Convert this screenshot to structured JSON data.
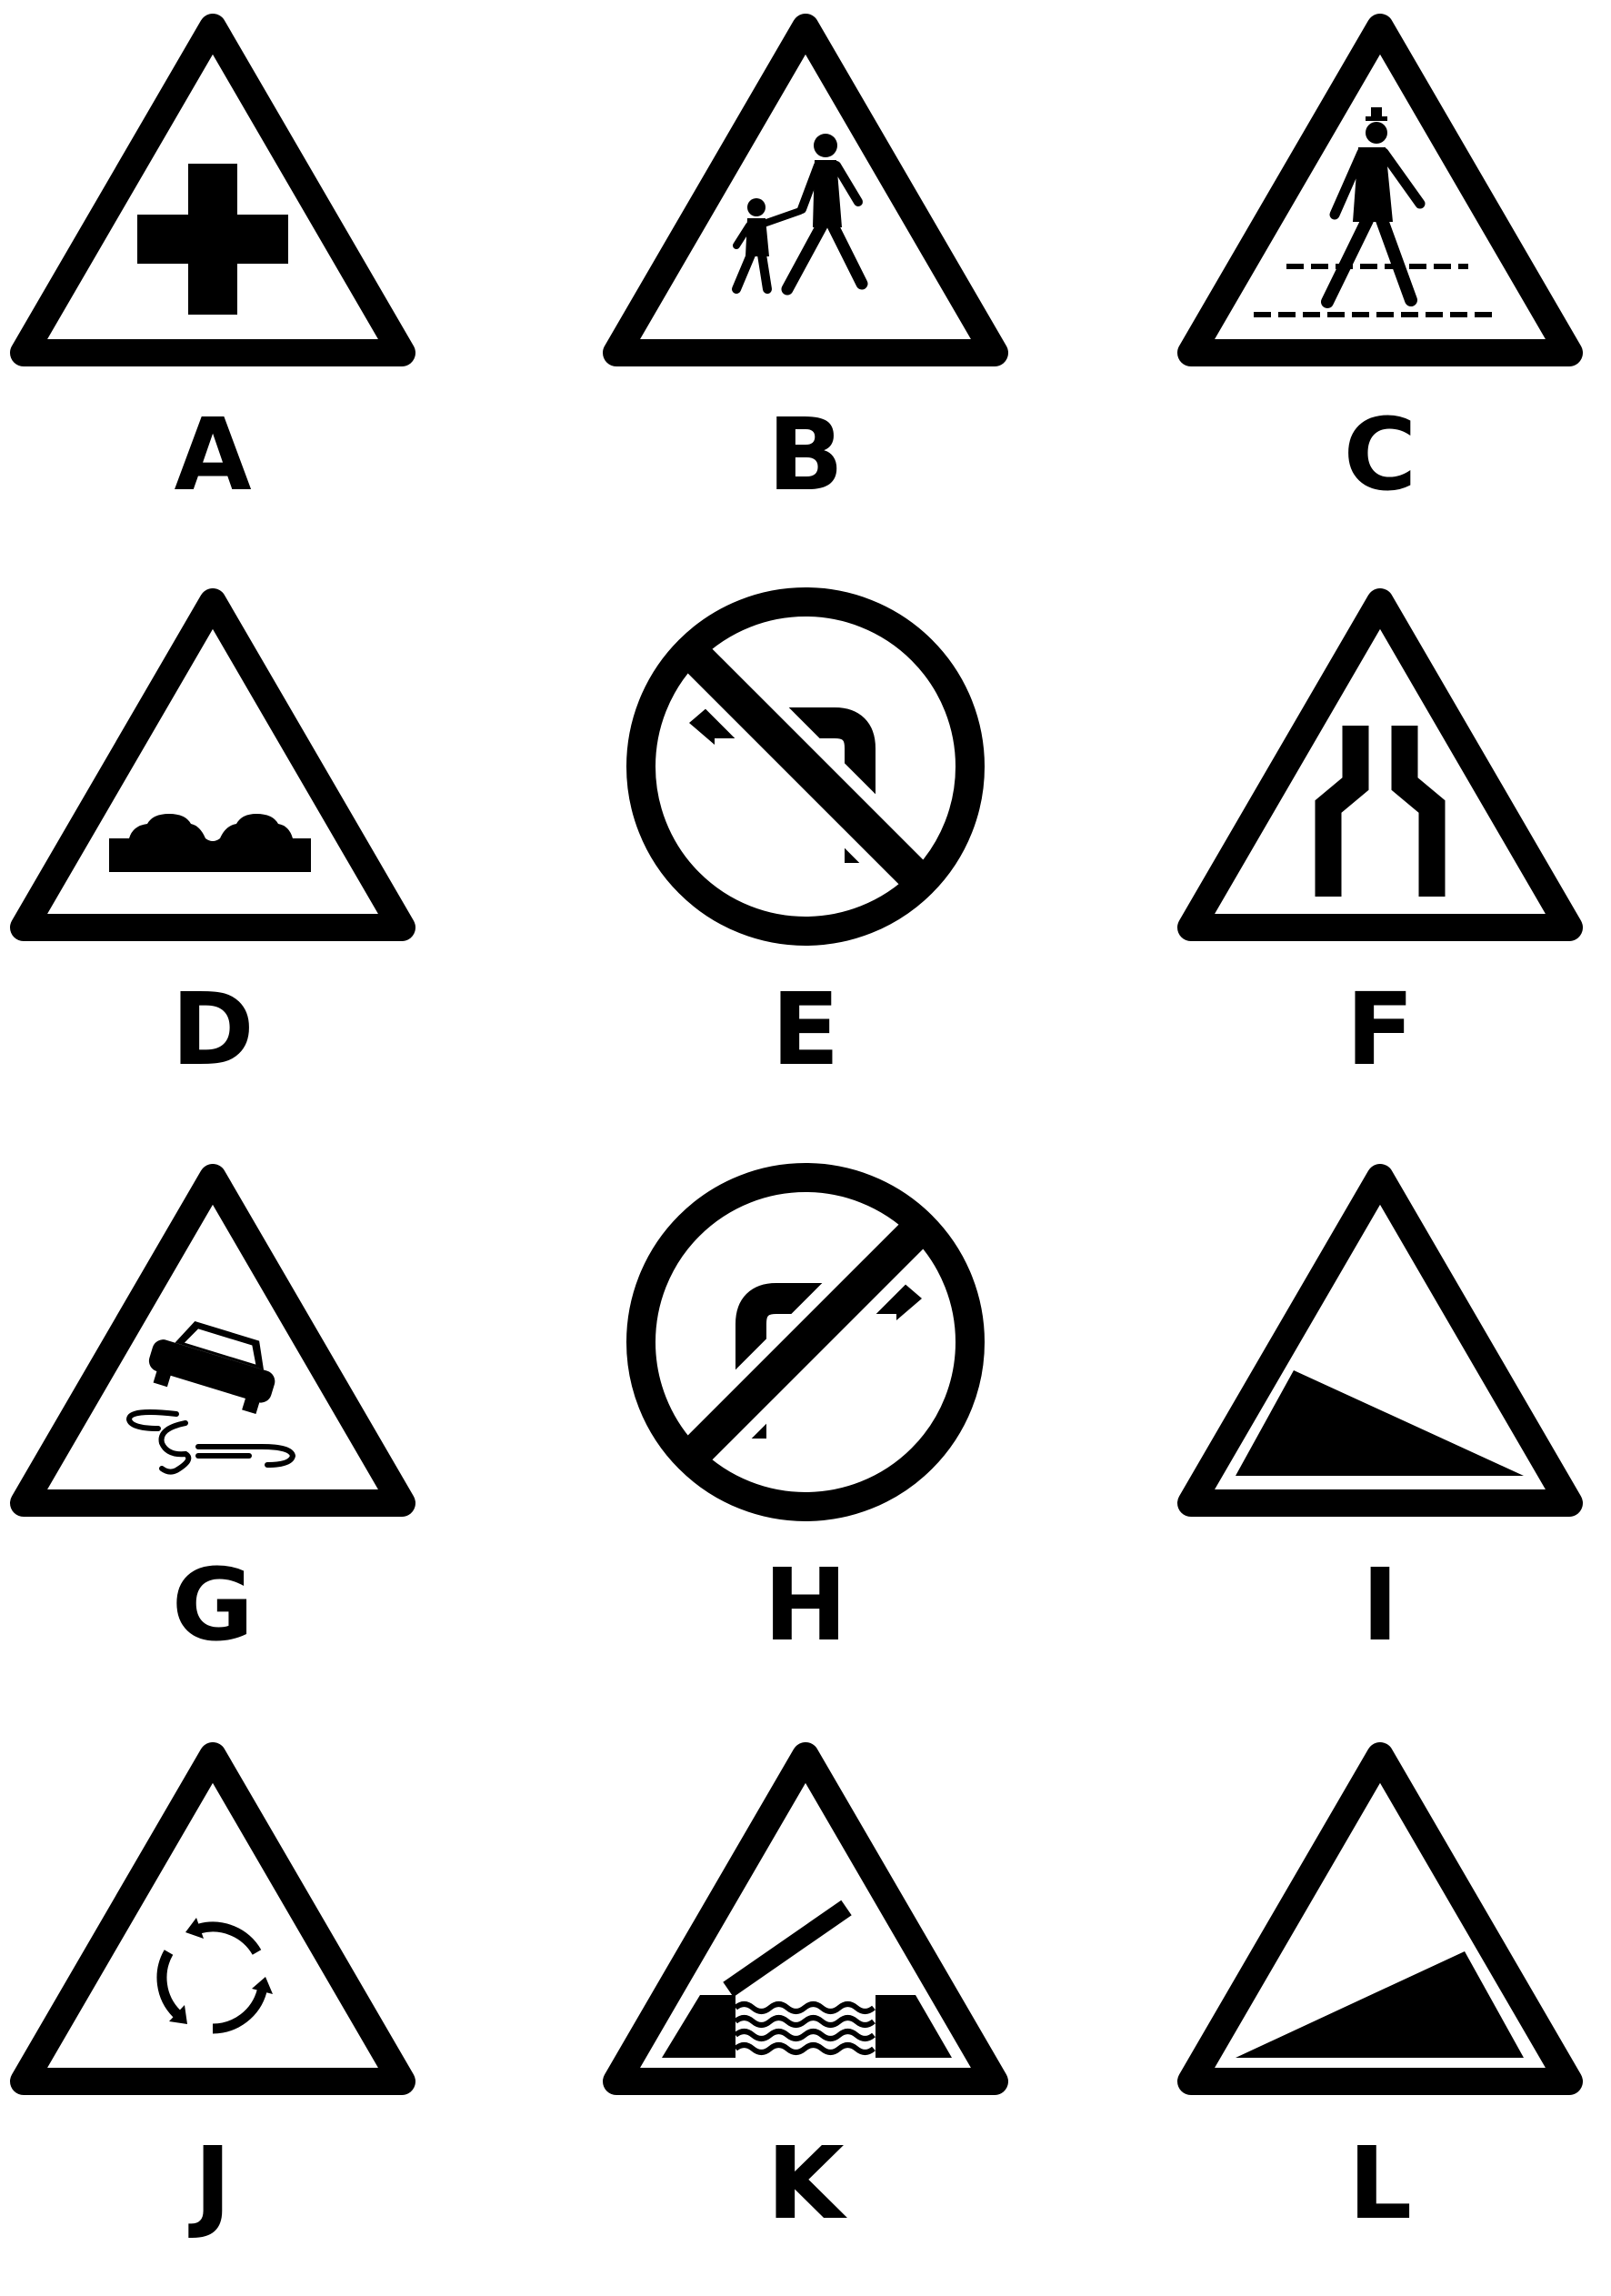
{
  "page": {
    "background": "#ffffff",
    "ink": "#000000"
  },
  "signs": [
    {
      "label": "A",
      "shape": "triangle",
      "icon": "crossroads-cross-icon"
    },
    {
      "label": "B",
      "shape": "triangle",
      "icon": "children-crossing-icon"
    },
    {
      "label": "C",
      "shape": "triangle",
      "icon": "pedestrian-crossing-icon"
    },
    {
      "label": "D",
      "shape": "triangle",
      "icon": "road-bumps-icon"
    },
    {
      "label": "E",
      "shape": "circle",
      "icon": "no-left-turn-icon"
    },
    {
      "label": "F",
      "shape": "triangle",
      "icon": "road-narrows-icon"
    },
    {
      "label": "G",
      "shape": "triangle",
      "icon": "slippery-road-icon"
    },
    {
      "label": "H",
      "shape": "circle",
      "icon": "no-right-turn-icon"
    },
    {
      "label": "I",
      "shape": "triangle",
      "icon": "steep-descent-icon"
    },
    {
      "label": "J",
      "shape": "triangle",
      "icon": "roundabout-icon"
    },
    {
      "label": "K",
      "shape": "triangle",
      "icon": "opening-bridge-icon"
    },
    {
      "label": "L",
      "shape": "triangle",
      "icon": "steep-ascent-icon"
    }
  ]
}
